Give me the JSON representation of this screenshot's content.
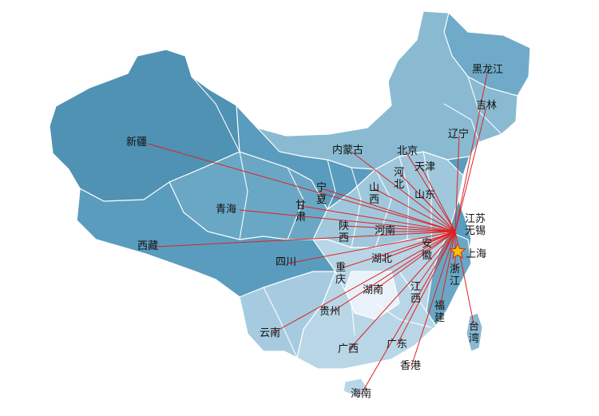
{
  "map": {
    "hub": {
      "name": "上海",
      "city": "无锡",
      "province": "江苏"
    },
    "labels": {
      "xinjiang": "新疆",
      "xizang": "西藏",
      "qinghai": "青海",
      "gansu": "甘肃",
      "ningxia": "宁夏",
      "neimenggu": "内蒙古",
      "heilongjiang": "黑龙江",
      "jilin": "吉林",
      "liaoning": "辽宁",
      "beijing": "北京",
      "tianjin": "天津",
      "hebei": "河北",
      "shanxi": "山西",
      "shandong": "山东",
      "henan": "河南",
      "shaanxi": "陕西",
      "sichuan": "四川",
      "chongqing": "重庆",
      "hubei": "湖北",
      "anhui": "安徽",
      "hunan": "湖南",
      "jiangxi": "江西",
      "zhejiang": "浙江",
      "fujian": "福建",
      "guizhou": "贵州",
      "yunnan": "云南",
      "guangxi": "广西",
      "guangdong": "广东",
      "xianggang": "香港",
      "hainan": "海南",
      "taiwan": "台湾"
    },
    "colors": {
      "route": "#e02020",
      "star": "#f5c400",
      "star_edge": "#e02020",
      "land_dark": "#5a9cbd",
      "land_mid": "#89bad2",
      "land_light": "#b8d6e6",
      "land_pale": "#dcebf3",
      "border": "#ffffff"
    }
  }
}
